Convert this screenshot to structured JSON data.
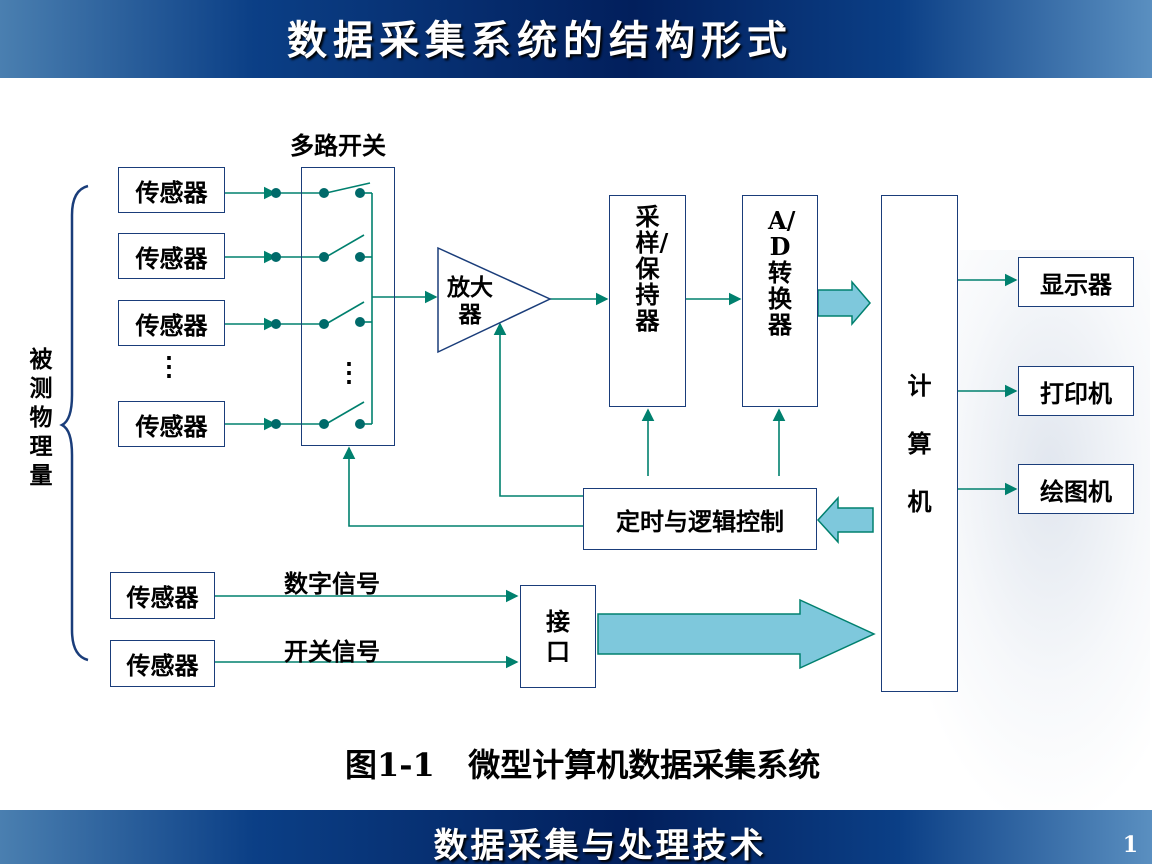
{
  "header": {
    "title": "数据采集系统的结构形式"
  },
  "footer": {
    "title": "数据采集与处理技术",
    "page_number": "1"
  },
  "diagram": {
    "measured_quantity": "被测物理量",
    "mux_label": "多路开关",
    "sensor_label": "传感器",
    "vdots": "⋮",
    "amplifier_label": "放大器",
    "sample_hold_label": "采样/保持器",
    "ad_label": "A/D转换器",
    "computer_label": "计算机",
    "display_label": "显示器",
    "printer_label": "打印机",
    "plotter_label": "绘图机",
    "timing_label": "定时与逻辑控制",
    "interface_label": "接口",
    "digital_signal_label": "数字信号",
    "switch_signal_label": "开关信号",
    "caption": "图1-1   微型计算机数据采集系统"
  },
  "colors": {
    "line": "#00806e",
    "box_border": "#1a3d7a",
    "arrow_fill": "#7ec8dc",
    "dot": "#006a6a"
  }
}
